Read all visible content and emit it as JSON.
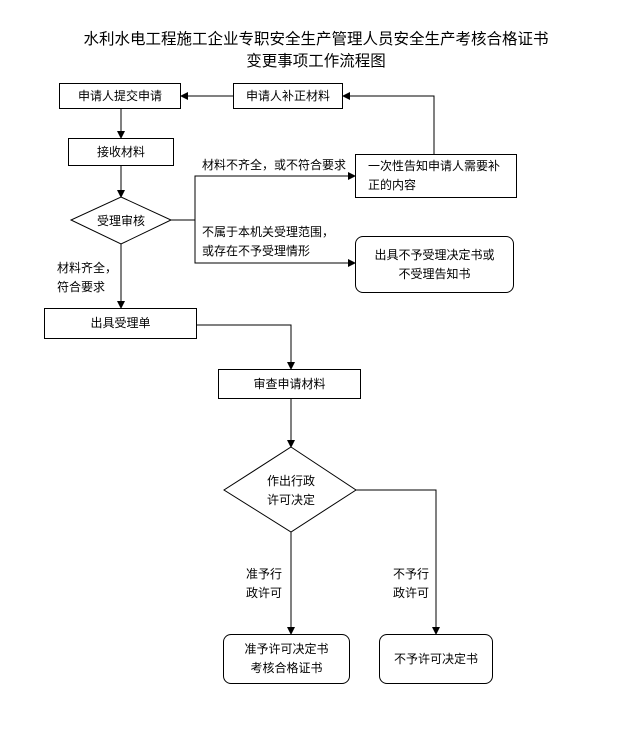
{
  "title": {
    "line1": "水利水电工程施工企业专职安全生产管理人员安全生产考核合格证书",
    "line2": "变更事项工作流程图"
  },
  "nodes": {
    "apply_submit": "申请人提交申请",
    "supplement": "申请人补正材料",
    "receive": "接收材料",
    "notify_supplement_1": "一次性告知申请人需要补",
    "notify_supplement_2": "正的内容",
    "review_accept_1": "受理审核",
    "reject_notice_1": "出具不予受理决定书或",
    "reject_notice_2": "不受理告知书",
    "issue_receipt": "出具受理单",
    "review_materials": "审查申请材料",
    "decision_1": "作出行政",
    "decision_2": "许可决定",
    "approve_1": "准予许可决定书",
    "approve_2": "考核合格证书",
    "deny": "不予许可决定书"
  },
  "edge_labels": {
    "incomplete": "材料不齐全，或不符合要求",
    "out_of_scope_1": "不属于本机关受理范围，",
    "out_of_scope_2": "或存在不予受理情形",
    "complete_1": "材料齐全，",
    "complete_2": "符合要求",
    "grant_1": "准予行",
    "grant_2": "政许可",
    "refuse_1": "不予行",
    "refuse_2": "政许可"
  }
}
